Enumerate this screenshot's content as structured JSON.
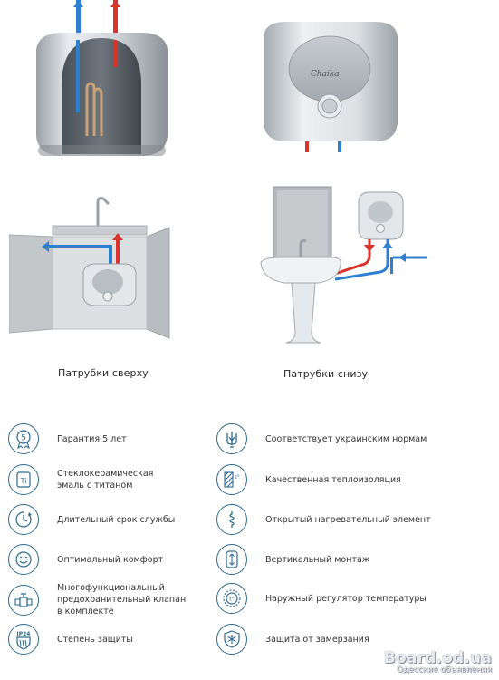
{
  "captions": {
    "top_outlet": "Патрубки сверху",
    "bottom_outlet": "Патрубки снизу"
  },
  "logo_text": "Chaika",
  "features_left": [
    {
      "icon": "warranty-5-icon",
      "text": "Гарантия 5 лет"
    },
    {
      "icon": "ti-icon",
      "text": "Стеклокерамическая\nэмаль с титаном"
    },
    {
      "icon": "clock-icon",
      "text": "Длительный срок службы"
    },
    {
      "icon": "smile-icon",
      "text": "Оптимальный комфорт"
    },
    {
      "icon": "valve-icon",
      "text": "Многофункциональный\nпредохранительный клапан\nв комплекте"
    },
    {
      "icon": "ip24-shield-icon",
      "text": "Степень защиты"
    }
  ],
  "features_right": [
    {
      "icon": "trident-icon",
      "text": "Соответствует украинским нормам"
    },
    {
      "icon": "insulation-icon",
      "text": "Качественная теплоизоляция"
    },
    {
      "icon": "heating-element-icon",
      "text": "Открытый нагревательный элемент"
    },
    {
      "icon": "vertical-mount-icon",
      "text": "Вертикальный монтаж"
    },
    {
      "icon": "temperature-regulator-icon",
      "text": "Наружный регулятор температуры"
    },
    {
      "icon": "snowflake-shield-icon",
      "text": "Защита от замерзания"
    }
  ],
  "icon_labels": {
    "warranty": "5",
    "ti": "Ti",
    "ip": "IP24",
    "temp": "t°"
  },
  "watermark": {
    "main": "Board.od.ua",
    "sub": "Одесские объявления"
  },
  "colors": {
    "accent": "#2d6b91",
    "hot": "#d8342c",
    "cold": "#2f7fd1"
  }
}
